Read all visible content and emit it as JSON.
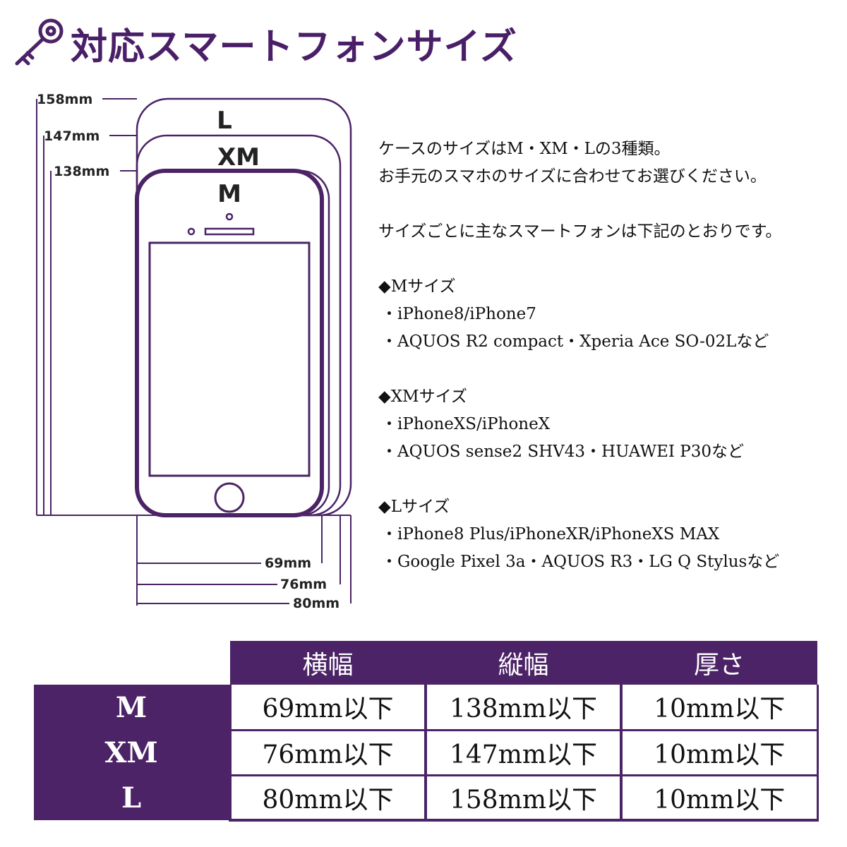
{
  "title": "対応スマートフォンサイズ",
  "icons": {
    "title_icon": "key-icon",
    "home_button": "circle-home-button-icon"
  },
  "colors": {
    "accent": "#4b2366",
    "text": "#111111"
  },
  "diagram": {
    "sizes": [
      "L",
      "XM",
      "M"
    ],
    "heights": [
      "158mm",
      "147mm",
      "138mm"
    ],
    "widths": [
      "69mm",
      "76mm",
      "80mm"
    ]
  },
  "info": {
    "intro_1": "ケースのサイズはM・XM・Lの3種類。",
    "intro_2": "お手元のスマホのサイズに合わせてお選びください。",
    "intro_3": "サイズごとに主なスマートフォンは下記のとおりです。",
    "groups": [
      {
        "heading": "◆Mサイズ",
        "models": [
          "・iPhone8/iPhone7",
          "・AQUOS R2 compact・Xperia Ace SO-02Lなど"
        ]
      },
      {
        "heading": "◆XMサイズ",
        "models": [
          "・iPhoneXS/iPhoneX",
          "・AQUOS sense2 SHV43・HUAWEI P30など"
        ]
      },
      {
        "heading": "◆Lサイズ",
        "models": [
          "・iPhone8 Plus/iPhoneXR/iPhoneXS MAX",
          "・Google Pixel 3a・AQUOS R3・LG Q Stylusなど"
        ]
      }
    ]
  },
  "table": {
    "headers": [
      "横幅",
      "縦幅",
      "厚さ"
    ],
    "rows": [
      {
        "size": "M",
        "width": "69mm以下",
        "height": "138mm以下",
        "thickness": "10mm以下"
      },
      {
        "size": "XM",
        "width": "76mm以下",
        "height": "147mm以下",
        "thickness": "10mm以下"
      },
      {
        "size": "L",
        "width": "80mm以下",
        "height": "158mm以下",
        "thickness": "10mm以下"
      }
    ]
  }
}
